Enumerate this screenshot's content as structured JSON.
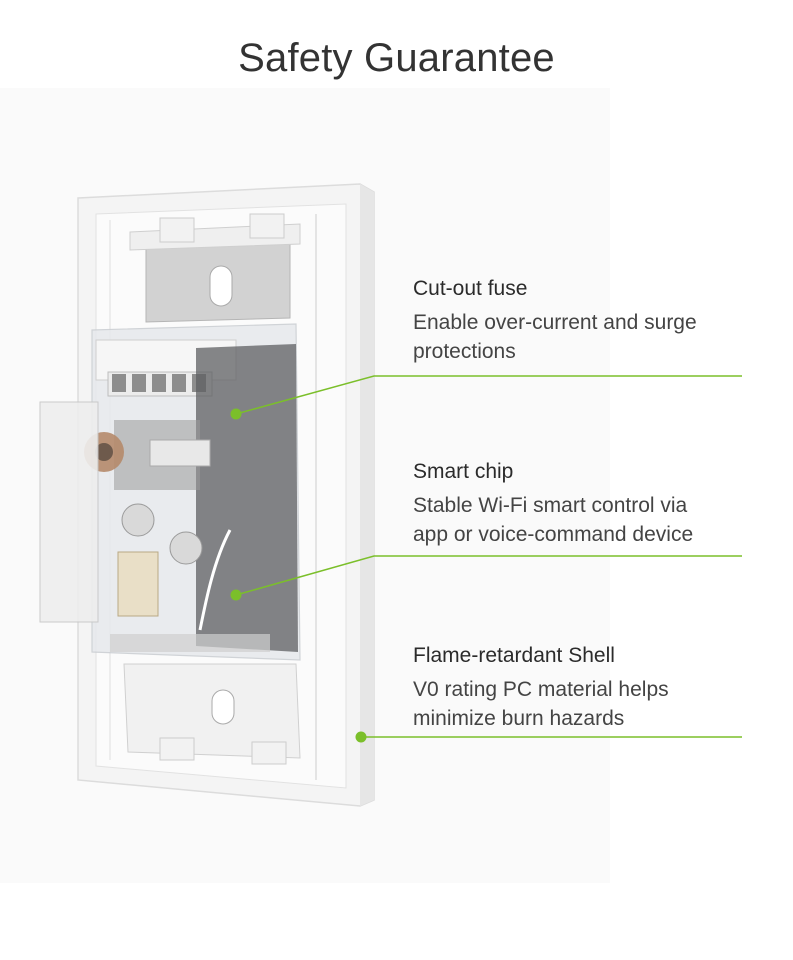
{
  "page": {
    "title": "Safety Guarantee"
  },
  "colors": {
    "accent": "#7bbf2a",
    "plate": "#f7f7f7",
    "text": "#333333"
  },
  "features": [
    {
      "title": "Cut-out fuse",
      "description": "Enable over-current and surge\nprotections"
    },
    {
      "title": "Smart chip",
      "description": "Stable Wi-Fi smart control via\napp or voice-command device"
    },
    {
      "title": "Flame-retardant Shell",
      "description": "V0 rating PC material helps\nminimize burn hazards"
    }
  ]
}
